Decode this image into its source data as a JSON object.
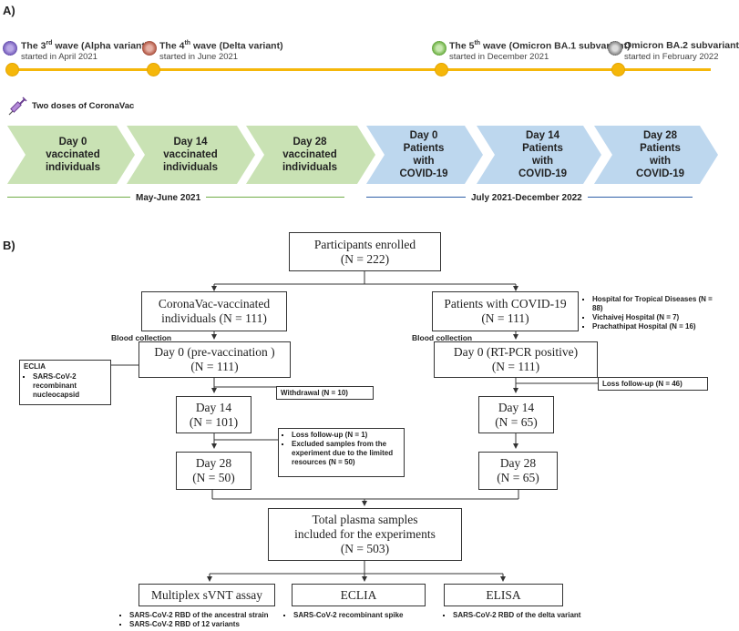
{
  "panel_a": {
    "label": "A)",
    "waves": [
      {
        "title": "The 3rd wave (Alpha variant),",
        "sub": "started in April 2021",
        "color": "#8a74c8"
      },
      {
        "title": "The 4th wave (Delta variant)",
        "sub": "started in June 2021",
        "color": "#c97a6a"
      },
      {
        "title": "The 5th wave (Omicron BA.1 subvariant)",
        "sub": "started in December 2021",
        "color": "#8cc56a"
      },
      {
        "title": "Omicron BA.2 subvariant",
        "sub": "started in February 2022",
        "color": "#9a9a9a"
      }
    ],
    "vaccine_label": "Two doses of CoronaVac",
    "vaccinated_steps": [
      {
        "line1": "Day 0",
        "line2": "vaccinated",
        "line3": "individuals"
      },
      {
        "line1": "Day 14",
        "line2": "vaccinated",
        "line3": "individuals"
      },
      {
        "line1": "Day 28",
        "line2": "vaccinated",
        "line3": "individuals"
      }
    ],
    "patient_steps": [
      {
        "line1": "Day 0",
        "line2": "Patients",
        "line3": "with",
        "line4": "COVID-19"
      },
      {
        "line1": "Day 14",
        "line2": "Patients",
        "line3": "with",
        "line4": "COVID-19"
      },
      {
        "line1": "Day 28",
        "line2": "Patients",
        "line3": "with",
        "line4": "COVID-19"
      }
    ],
    "period_vaccinated": "May-June 2021",
    "period_patients": "July 2021-December 2022",
    "colors": {
      "timeline": "#f5b70a",
      "green": "#c9e2b4",
      "blue": "#bdd7ee",
      "green_line": "#70ad47",
      "blue_line": "#2e5fa8"
    }
  },
  "panel_b": {
    "label": "B)",
    "enrolled": {
      "line1": "Participants enrolled",
      "line2": "(N = 222)"
    },
    "vaccinated": {
      "line1": "CoronaVac-vaccinated",
      "line2": "individuals (N = 111)"
    },
    "patients": {
      "line1": "Patients with COVID-19",
      "line2": "(N = 111)"
    },
    "hospitals": [
      "Hospital for Tropical Diseases (N = 88)",
      "Vichaivej Hospital (N = 7)",
      "Prachathipat Hospital (N = 16)"
    ],
    "blood_collection": "Blood collection",
    "eclia_note": {
      "title": "ECLIA",
      "item": "SARS-CoV-2 recombinant nucleocapsid"
    },
    "v_day0": {
      "line1": "Day 0 (pre-vaccination )",
      "line2": "(N = 111)"
    },
    "p_day0": {
      "line1": "Day 0 (RT-PCR positive)",
      "line2": "(N = 111)"
    },
    "withdrawal": "Withdrawal (N = 10)",
    "loss_p": "Loss follow-up (N = 46)",
    "v_day14": {
      "line1": "Day 14",
      "line2": "(N = 101)"
    },
    "p_day14": {
      "line1": "Day 14",
      "line2": "(N = 65)"
    },
    "loss_v": [
      "Loss follow-up (N = 1)",
      "Excluded samples from the experiment due to the limited resources (N = 50)"
    ],
    "v_day28": {
      "line1": "Day 28",
      "line2": "(N = 50)"
    },
    "p_day28": {
      "line1": "Day 28",
      "line2": "(N = 65)"
    },
    "total": {
      "line1": "Total plasma samples",
      "line2": "included for the experiments",
      "line3": "(N = 503)"
    },
    "assays": [
      {
        "name": "Multiplex sVNT assay",
        "notes": [
          "SARS-CoV-2 RBD of the ancestral strain",
          "SARS-CoV-2 RBD of 12 variants"
        ]
      },
      {
        "name": "ECLIA",
        "notes": [
          "SARS-CoV-2 recombinant spike"
        ]
      },
      {
        "name": "ELISA",
        "notes": [
          "SARS-CoV-2 RBD of the delta variant"
        ]
      }
    ]
  }
}
